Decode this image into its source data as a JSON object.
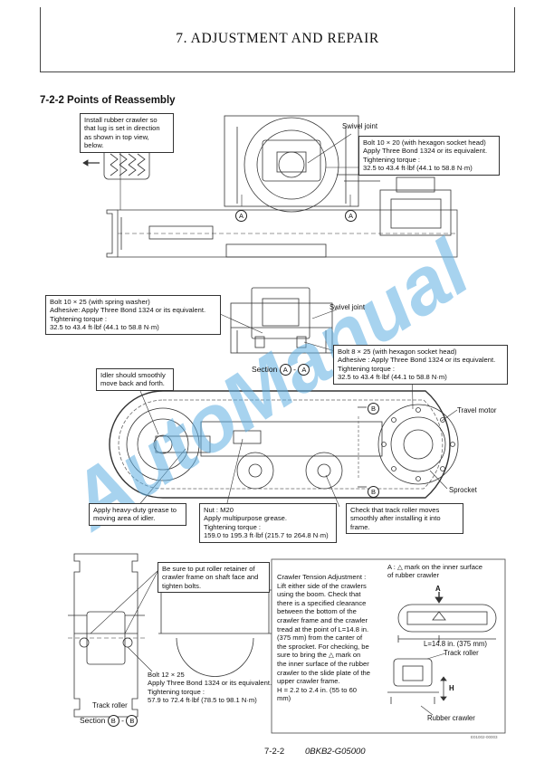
{
  "header": {
    "chapter_title": "7. ADJUSTMENT AND REPAIR"
  },
  "section": {
    "title": "7-2-2  Points of Reassembly"
  },
  "fig1": {
    "note_lug": "Install rubber crawler so\nthat lug is set in direction\nas shown in top view, below.",
    "swivel_joint": "Swivel joint",
    "note_bolt1020": "Bolt 10 × 20 (with hexagon socket head)\nApply Three Bond 1324 or its equivalent.\nTightening torque :\n32.5 to 43.4 ft·lbf (44.1 to 58.8 N·m)",
    "marker_a": "A"
  },
  "fig2": {
    "note_bolt1025": "Bolt 10 × 25 (with spring washer)\nAdhesive: Apply Three Bond 1324 or its equivalent.\nTightening torque :\n32.5 to 43.4 ft·lbf (44.1 to 58.8 N·m)",
    "swivel_joint": "Swivel joint",
    "section_word": "Section",
    "section_dash": "-",
    "marker_a": "A",
    "note_bolt825": "Bolt 8 × 25 (with hexagon socket head)\nAdhesive : Apply Three Bond 1324 or its equivalent.\nTightening torque :\n32.5 to 43.4 ft·lbf (44.1 to 58.8 N·m)"
  },
  "fig3": {
    "note_idler": "Idler should smoothly\nmove back and forth.",
    "marker_b": "B",
    "travel_motor": "Travel motor",
    "sprocket": "Sprocket",
    "note_grease": "Apply heavy-duty grease to\nmoving area of idler.",
    "note_nut": "Nut : M20\nApply multipurpose grease.\nTightening torque :\n159.0 to 195.3 ft·lbf (215.7 to 264.8 N·m)",
    "note_roller_check": "Check that track roller moves\nsmoothly after installing it into\nframe."
  },
  "fig4": {
    "note_retainer": "Be sure to put roller retainer of\ncrawler frame on shaft face and\ntighten bolts.",
    "note_bolt1225": "Bolt 12 × 25\nApply Three Bond 1324 or its equivalent.\nTightening torque :\n57.9 to 72.4 ft·lbf (78.5 to 98.1 N·m)",
    "track_roller": "Track roller",
    "section_word": "Section",
    "section_dash": "-",
    "marker_b": "B"
  },
  "tension": {
    "text": "Crawler Tension Adjustment :\nLift either side of the crawlers\nusing the boom. Check that\nthere is a specified clearance\nbetween the bottom of the\ncrawler frame and the crawler\ntread at the point of L=14.8 in.\n(375 mm) from the canter of\nthe sprocket. For checking, be\nsure to bring the △ mark on\nthe inner surface of the rubber\ncrawler to the slide plate of the\nupper crawler frame.\nH = 2.2 to 2.4 in. (55 to 60\nmm)",
    "note_a": "A :  △  mark on the inner surface\n       of rubber crawler",
    "label_a": "A",
    "dim_l": "L=14.8 in. (375 mm)",
    "track_roller": "Track roller",
    "label_h": "H",
    "rubber_crawler": "Rubber crawler"
  },
  "figure_code": "E01002-00003",
  "footer": {
    "page": "7-2-2",
    "doc_code": "0BKB2-G05000"
  },
  "watermark": "AutoManual"
}
